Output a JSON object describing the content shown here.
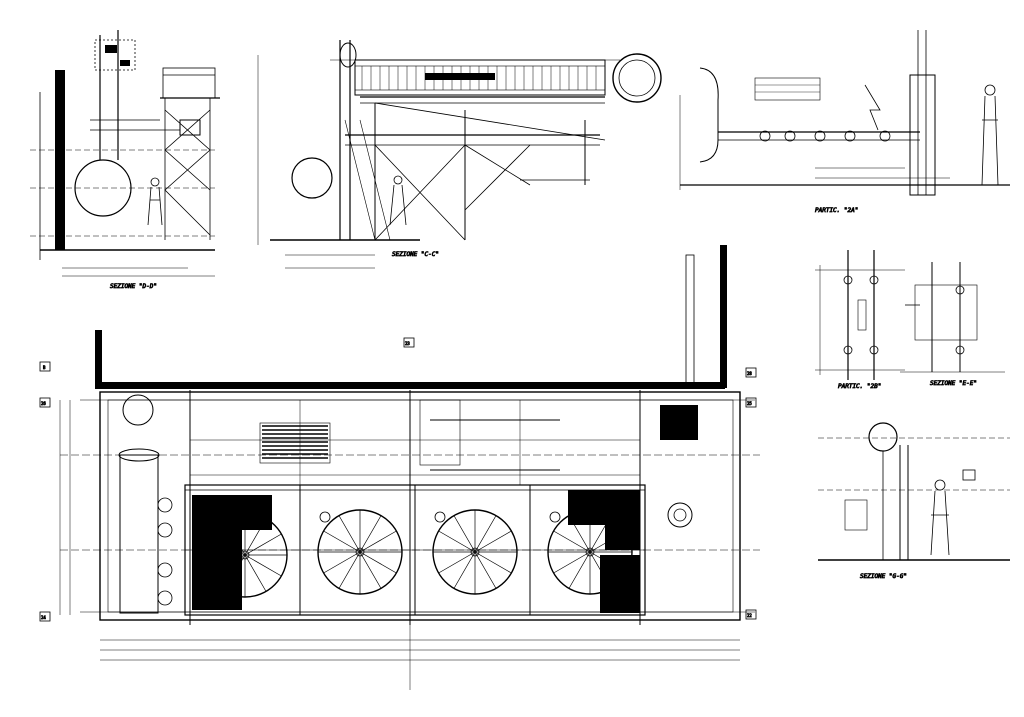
{
  "sections": {
    "d": {
      "caption": "SEZIONE \"D-D\""
    },
    "c": {
      "caption": "SEZIONE \"C-C\""
    },
    "a": {
      "caption": "PARTIC. \"2A\""
    },
    "b": {
      "caption": "PARTIC. \"2B\""
    },
    "e": {
      "caption": "SEZIONE \"E-E\""
    },
    "g": {
      "caption": "SEZIONE \"G-G\""
    }
  },
  "grid_markers": [
    "B",
    "23",
    "26",
    "25",
    "24",
    "22",
    "28"
  ],
  "colors": {
    "ink": "#000000",
    "paper": "#ffffff"
  }
}
